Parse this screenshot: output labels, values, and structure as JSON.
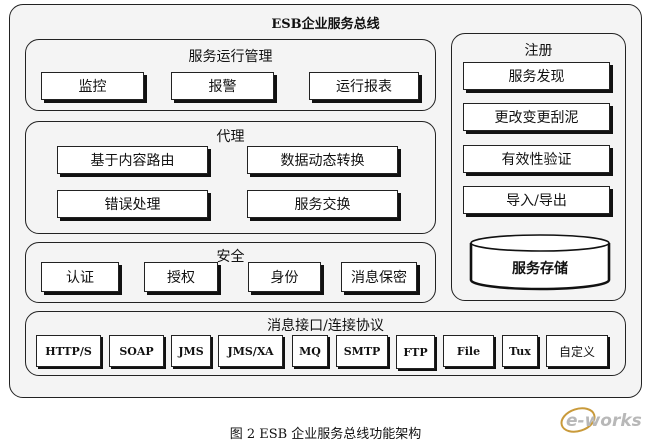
{
  "title": "ESB企业服务总线",
  "service_mgmt": {
    "title": "服务运行管理",
    "items": [
      "监控",
      "报警",
      "运行报表"
    ]
  },
  "proxy": {
    "title": "代理",
    "items": [
      "基于内容路由",
      "数据动态转换",
      "错误处理",
      "服务交换"
    ]
  },
  "security": {
    "title": "安全",
    "items": [
      "认证",
      "授权",
      "身份",
      "消息保密"
    ]
  },
  "registry": {
    "title": "注册",
    "items": [
      "服务发现",
      "更改变更刮泥",
      "有效性验证",
      "导入/导出"
    ],
    "storage": "服务存储"
  },
  "protocols": {
    "title": "消息接口/连接协议",
    "items": [
      "HTTP/S",
      "SOAP",
      "JMS",
      "JMS/XA",
      "MQ",
      "SMTP",
      "FTP",
      "File",
      "Tux",
      "自定义"
    ]
  },
  "caption": "图 2 ESB 企业服务总线功能架构",
  "logo_text": "e-works"
}
